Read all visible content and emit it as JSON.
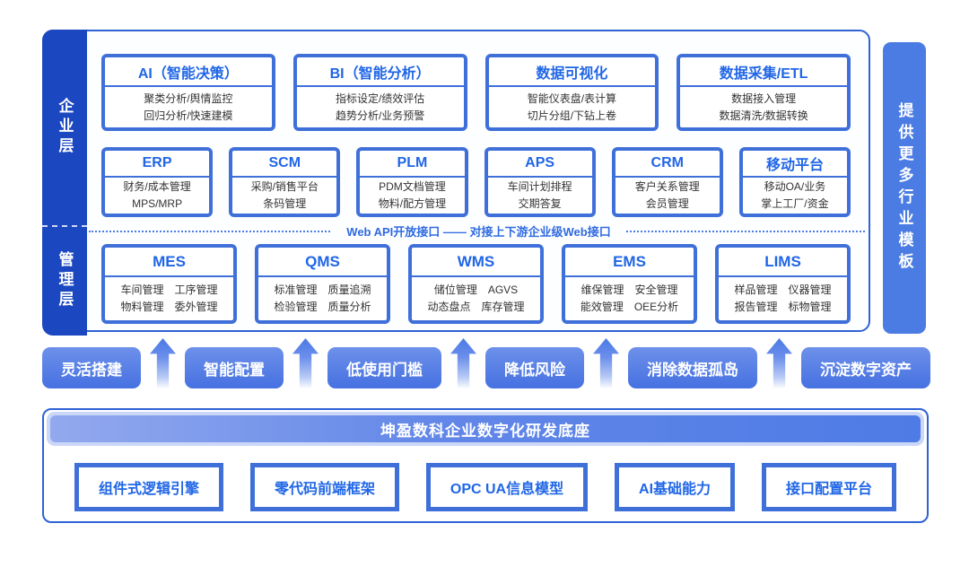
{
  "colors": {
    "primary_blue": "#2F6AE0",
    "card_border": "#3F70DA",
    "sidebar_bg": "#1B47C1",
    "accent_bar": "#4B7CE3",
    "panel_border": "#2F62D4"
  },
  "sidebar": {
    "layers": [
      "企业层",
      "管理层"
    ]
  },
  "right_bar": {
    "label": "提供更多行业模板"
  },
  "cards": {
    "row1": [
      {
        "title": "AI（智能决策）",
        "lines": [
          "聚类分析/舆情监控",
          "回归分析/快速建模"
        ]
      },
      {
        "title": "BI（智能分析）",
        "lines": [
          "指标设定/绩效评估",
          "趋势分析/业务预警"
        ]
      },
      {
        "title": "数据可视化",
        "lines": [
          "智能仪表盘/表计算",
          "切片分组/下钻上卷"
        ]
      },
      {
        "title": "数据采集/ETL",
        "lines": [
          "数据接入管理",
          "数据清洗/数据转换"
        ]
      }
    ],
    "row2": [
      {
        "title": "ERP",
        "lines": [
          "财务/成本管理",
          "MPS/MRP"
        ]
      },
      {
        "title": "SCM",
        "lines": [
          "采购/销售平台",
          "条码管理"
        ]
      },
      {
        "title": "PLM",
        "lines": [
          "PDM文档管理",
          "物料/配方管理"
        ]
      },
      {
        "title": "APS",
        "lines": [
          "车间计划排程",
          "交期答复"
        ]
      },
      {
        "title": "CRM",
        "lines": [
          "客户关系管理",
          "会员管理"
        ]
      },
      {
        "title": "移动平台",
        "lines": [
          "移动OA/业务",
          "掌上工厂/资金"
        ]
      }
    ],
    "row3": [
      {
        "title": "MES",
        "lines": [
          "车间管理　工序管理",
          "物料管理　委外管理"
        ]
      },
      {
        "title": "QMS",
        "lines": [
          "标准管理　质量追溯",
          "检验管理　质量分析"
        ]
      },
      {
        "title": "WMS",
        "lines": [
          "储位管理　AGVS",
          "动态盘点　库存管理"
        ]
      },
      {
        "title": "EMS",
        "lines": [
          "维保管理　安全管理",
          "能效管理　OEE分析"
        ]
      },
      {
        "title": "LIMS",
        "lines": [
          "样品管理　仪器管理",
          "报告管理　标物管理"
        ]
      }
    ]
  },
  "api_divider": {
    "label": "Web API开放接口 —— 对接上下游企业级Web接口"
  },
  "benefits": [
    "灵活搭建",
    "智能配置",
    "低使用门槛",
    "降低风险",
    "消除数据孤岛",
    "沉淀数字资产"
  ],
  "foundation": {
    "title": "坤盈数科企业数字化研发底座",
    "items": [
      "组件式逻辑引擎",
      "零代码前端框架",
      "OPC UA信息模型",
      "AI基础能力",
      "接口配置平台"
    ]
  }
}
